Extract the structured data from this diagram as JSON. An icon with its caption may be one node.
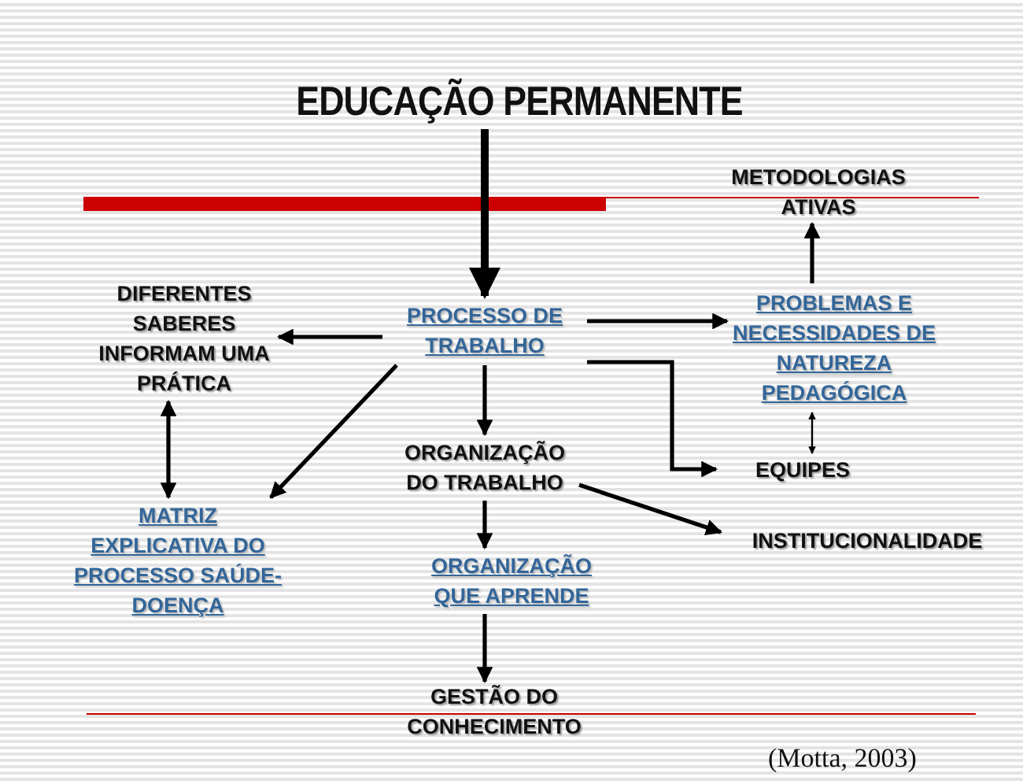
{
  "diagram": {
    "nodes": [
      {
        "text": [
          "EDUCAÇÃO PERMANENTE"
        ]
      },
      {
        "text": [
          "METODOLOGIAS ATIVAS"
        ]
      },
      {
        "text": [
          "DIFERENTES SABERES INFORMAM UMA PRÁTICA"
        ]
      },
      {
        "text": [
          "PROCESSO DE TRABALHO"
        ]
      },
      {
        "text": [
          "PROBLEMAS E NECESSIDADES DE NATUREZA PEDAGÓGICA"
        ]
      },
      {
        "text": [
          "ORGANIZAÇÃO DO TRABALHO"
        ]
      },
      {
        "text": [
          "EQUIPES"
        ]
      },
      {
        "text": [
          "MATRIZ EXPLICATIVA DO PROCESSO SAÚDE-DOENÇA"
        ]
      },
      {
        "text": [
          "INSTITUCIONALIDADE"
        ]
      },
      {
        "text": [
          "ORGANIZAÇÃO QUE APRENDE"
        ]
      },
      {
        "text": [
          "GESTÃO DO CONHECIMENTO"
        ]
      }
    ],
    "edges": [
      {
        "from": 0,
        "to": 3,
        "arrow": "to",
        "style": "thick"
      },
      {
        "from": 3,
        "to": 2,
        "arrow": "to"
      },
      {
        "from": 3,
        "to": 4,
        "arrow": "to"
      },
      {
        "from": 4,
        "to": 1,
        "arrow": "to"
      },
      {
        "from": 3,
        "to": 6,
        "arrow": "to"
      },
      {
        "from": 3,
        "to": 7,
        "arrow": "to"
      },
      {
        "from": 3,
        "to": 5,
        "arrow": "to"
      },
      {
        "from": 2,
        "to": 7,
        "arrow": "both"
      },
      {
        "from": 4,
        "to": 6,
        "arrow": "both"
      },
      {
        "from": 5,
        "to": 8,
        "arrow": "to"
      },
      {
        "from": 5,
        "to": 9,
        "arrow": "to"
      },
      {
        "from": 9,
        "to": 10,
        "arrow": "to"
      }
    ],
    "labels": [
      "(Motta, 2003)"
    ]
  }
}
